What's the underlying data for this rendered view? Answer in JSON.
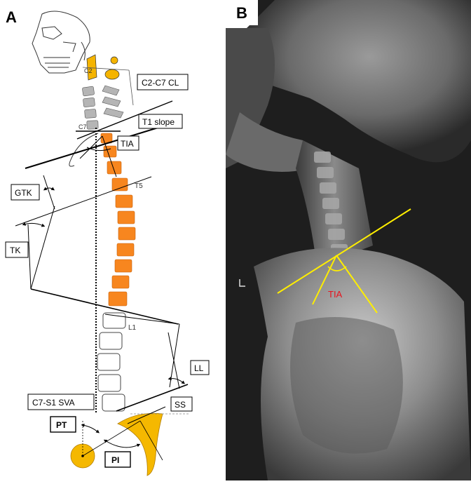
{
  "panels": {
    "a": {
      "letter": "A"
    },
    "b": {
      "letter": "B"
    }
  },
  "labels": {
    "c2c7cl": "C2-C7 CL",
    "t1slope": "T1 slope",
    "tia": "TIA",
    "gtk": "GTK",
    "tk": "TK",
    "ll": "LL",
    "ss": "SS",
    "sva": "C7-S1 SVA",
    "pt": "PT",
    "pi": "PI",
    "c2": "C2",
    "c7": "C7",
    "t5": "T5",
    "l1": "L1"
  },
  "xray": {
    "tia_label": "TIA"
  },
  "colors": {
    "vertebra_orange": "#f7861f",
    "c2_yellow": "#f5b400",
    "sacrum_yellow": "#f5b800",
    "xray_line": "#ffee00",
    "xray_text": "#e8141e"
  }
}
